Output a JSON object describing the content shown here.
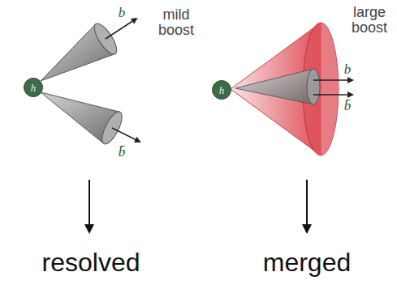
{
  "diagram": {
    "nodes": [
      {
        "text": [
          "h"
        ]
      },
      {
        "text": [
          "h"
        ]
      }
    ],
    "labels": [
      "b",
      "b̄",
      "mild boost",
      "b",
      "b̄",
      "large boost",
      "resolved",
      "merged"
    ]
  }
}
